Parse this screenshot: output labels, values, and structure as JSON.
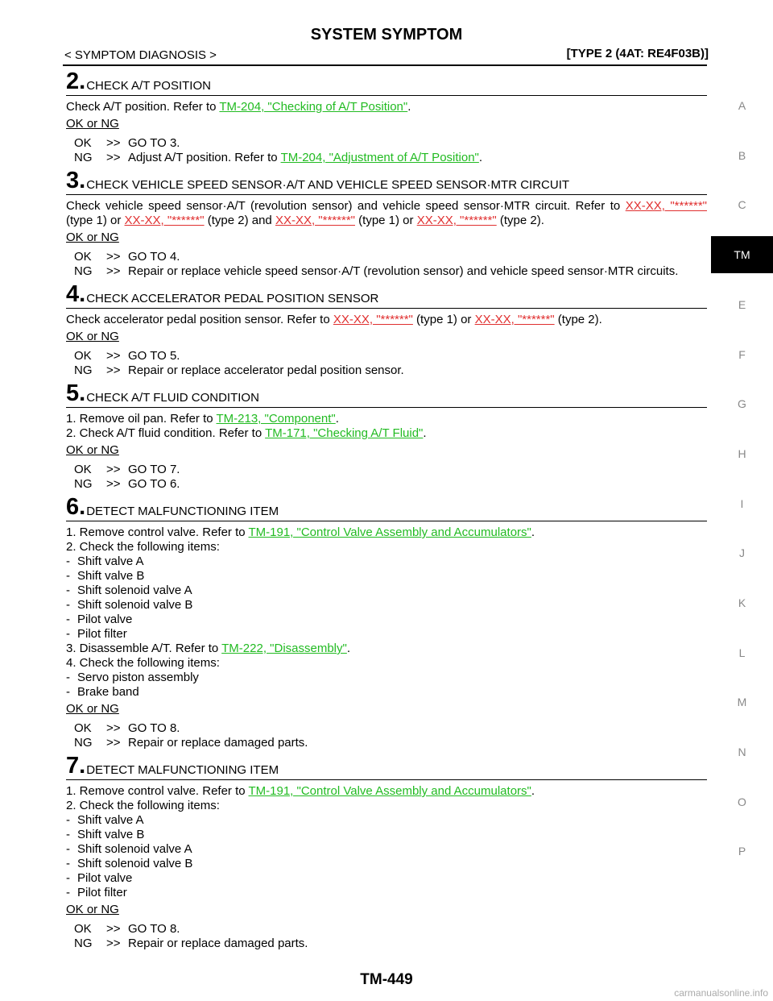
{
  "header": {
    "title": "SYSTEM SYMPTOM",
    "breadcrumb": "< SYMPTOM DIAGNOSIS >",
    "type": "[TYPE 2 (4AT: RE4F03B)]"
  },
  "steps": [
    {
      "num": "2.",
      "title": "CHECK A/T POSITION",
      "body_prefix": "Check A/T position. Refer to ",
      "body_link": "TM-204, \"Checking of A/T Position\"",
      "body_suffix": ".",
      "ok_ng": "OK or NG",
      "ok": "GO TO 3.",
      "ng_prefix": "Adjust A/T position. Refer to ",
      "ng_link": "TM-204, \"Adjustment of A/T Position\"",
      "ng_suffix": "."
    },
    {
      "num": "3.",
      "title": "CHECK VEHICLE SPEED SENSOR·A/T AND VEHICLE SPEED SENSOR·MTR CIRCUIT",
      "body_1": "Check vehicle speed sensor·A/T (revolution sensor) and vehicle speed sensor·MTR circuit. Refer to ",
      "link_1": "XX-XX, \"******\"",
      "body_2": " (type 1) or ",
      "link_2": "XX-XX, \"******\"",
      "body_3": " (type 2) and ",
      "link_3": "XX-XX, \"******\"",
      "body_4": " (type 1) or ",
      "link_4": "XX-XX, \"******\"",
      "body_5": " (type 2).",
      "ok_ng": "OK or NG",
      "ok": "GO TO 4.",
      "ng": "Repair or replace vehicle speed sensor·A/T (revolution sensor) and vehicle speed sensor·MTR circuits."
    },
    {
      "num": "4.",
      "title": "CHECK ACCELERATOR PEDAL POSITION SENSOR",
      "body_1": "Check accelerator pedal position sensor. Refer to ",
      "link_1": "XX-XX, \"******\"",
      "body_2": " (type 1) or ",
      "link_2": "XX-XX, \"******\"",
      "body_3": " (type 2).",
      "ok_ng": "OK or NG",
      "ok": "GO TO 5.",
      "ng": "Repair or replace accelerator pedal position sensor."
    },
    {
      "num": "5.",
      "title": "CHECK A/T FLUID CONDITION",
      "line1_prefix": "1. Remove oil pan. Refer to ",
      "line1_link": "TM-213, \"Component\"",
      "line1_suffix": ".",
      "line2_prefix": "2. Check A/T fluid condition. Refer to ",
      "line2_link": "TM-171, \"Checking A/T Fluid\"",
      "line2_suffix": ".",
      "ok_ng": "OK or NG",
      "ok": "GO TO 7.",
      "ng": "GO TO 6."
    },
    {
      "num": "6.",
      "title": "DETECT MALFUNCTIONING ITEM",
      "line1_prefix": "1. Remove control valve. Refer to ",
      "line1_link": "TM-191, \"Control Valve Assembly and Accumulators\"",
      "line1_suffix": ".",
      "line2": "2. Check the following items:",
      "items_a": [
        "Shift valve A",
        "Shift valve B",
        "Shift solenoid valve A",
        "Shift solenoid valve B",
        "Pilot valve",
        "Pilot filter"
      ],
      "line3_prefix": "3. Disassemble A/T. Refer to ",
      "line3_link": "TM-222, \"Disassembly\"",
      "line3_suffix": ".",
      "line4": "4. Check the following items:",
      "items_b": [
        "Servo piston assembly",
        "Brake band"
      ],
      "ok_ng": "OK or NG",
      "ok": "GO TO 8.",
      "ng": "Repair or replace damaged parts."
    },
    {
      "num": "7.",
      "title": "DETECT MALFUNCTIONING ITEM",
      "line1_prefix": "1. Remove control valve. Refer to ",
      "line1_link": "TM-191, \"Control Valve Assembly and Accumulators\"",
      "line1_suffix": ".",
      "line2": "2. Check the following items:",
      "items_a": [
        "Shift valve A",
        "Shift valve B",
        "Shift solenoid valve A",
        "Shift solenoid valve B",
        "Pilot valve",
        "Pilot filter"
      ],
      "ok_ng": "OK or NG",
      "ok": "GO TO 8.",
      "ng": "Repair or replace damaged parts."
    }
  ],
  "labels": {
    "ok": "OK",
    "ng": "NG",
    "arrow": ">>",
    "dash": "-"
  },
  "side_index": [
    "A",
    "B",
    "C",
    "TM",
    "E",
    "F",
    "G",
    "H",
    "I",
    "J",
    "K",
    "L",
    "M",
    "N",
    "O",
    "P"
  ],
  "side_active": "TM",
  "footer": {
    "page": "TM-449",
    "watermark": "carmanualsonline.info"
  },
  "colors": {
    "internal_link": "#22bb22",
    "external_link": "#e03030"
  }
}
